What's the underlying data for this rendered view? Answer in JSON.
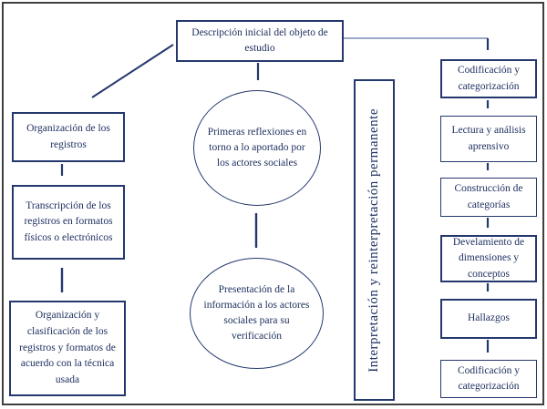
{
  "diagram": {
    "top": {
      "label": "Descripción inicial del objeto de estudio"
    },
    "left_column": [
      {
        "label": "Organización de los registros"
      },
      {
        "label": "Transcripción de los registros en formatos físicos o electrónicos"
      },
      {
        "label": "Organización y clasificación de los registros y formatos de acuerdo con la técnica usada"
      }
    ],
    "circles": [
      {
        "label": "Primeras reflexiones en torno a lo aportado por los actores sociales"
      },
      {
        "label": "Presentación de la información a los actores sociales para su verificación"
      }
    ],
    "vertical_bar": {
      "label": "Interpretación y reinterpretación permanente"
    },
    "right_column": [
      {
        "label": "Codificación y categorización"
      },
      {
        "label": "Lectura y análisis aprensivo"
      },
      {
        "label": "Construcción de categorías"
      },
      {
        "label": "Develamiento de dimensiones y conceptos"
      },
      {
        "label": "Hallazgos"
      },
      {
        "label": "Codificación y categorización"
      }
    ],
    "edges": [
      {
        "from": "descripcion-inicial",
        "to": "organizacion-registros",
        "style": "single-arrow"
      },
      {
        "from": "descripcion-inicial",
        "to": "primeras-reflexiones",
        "style": "single-arrow"
      },
      {
        "from": "descripcion-inicial",
        "to": "codificacion-categorizacion-1",
        "style": "single-arrow"
      },
      {
        "from": "organizacion-registros",
        "to": "transcripcion-registros",
        "style": "single-arrow"
      },
      {
        "from": "transcripcion-registros",
        "to": "organizacion-clasificacion",
        "style": "double-arrow"
      },
      {
        "from": "primeras-reflexiones",
        "to": "presentacion-informacion",
        "style": "double-arrow"
      },
      {
        "from": "codificacion-categorizacion-1",
        "to": "lectura-analisis",
        "style": "single-arrow"
      },
      {
        "from": "lectura-analisis",
        "to": "construccion-categorias",
        "style": "single-arrow"
      },
      {
        "from": "construccion-categorias",
        "to": "develamiento-dimensiones",
        "style": "single-arrow"
      },
      {
        "from": "develamiento-dimensiones",
        "to": "hallazgos",
        "style": "single-arrow"
      },
      {
        "from": "hallazgos",
        "to": "codificacion-categorizacion-2",
        "style": "single-arrow"
      }
    ],
    "colors": {
      "box_border": "#25386e",
      "text": "#1f3060",
      "arrow": "#25386e",
      "connector_light": "#8b9dc0",
      "frame": "#3f3f3f",
      "background": "#ffffff"
    }
  }
}
